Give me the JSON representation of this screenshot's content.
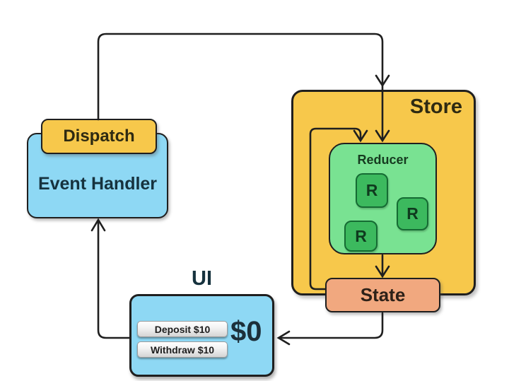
{
  "diagram": {
    "dispatch": {
      "label": "Dispatch"
    },
    "event_handler": {
      "label": "Event Handler"
    },
    "store": {
      "label": "Store"
    },
    "reducer": {
      "label": "Reducer",
      "tiles": [
        "R",
        "R",
        "R"
      ]
    },
    "state": {
      "label": "State"
    },
    "ui": {
      "title": "UI",
      "deposit_button": "Deposit $10",
      "withdraw_button": "Withdraw $10",
      "balance": "$0"
    },
    "colors": {
      "yellow": "#F7C84B",
      "blue": "#8ED8F4",
      "green_light": "#79E292",
      "green_dark": "#3CB95E",
      "salmon": "#F1A87F",
      "line": "#1F1F1F"
    }
  }
}
